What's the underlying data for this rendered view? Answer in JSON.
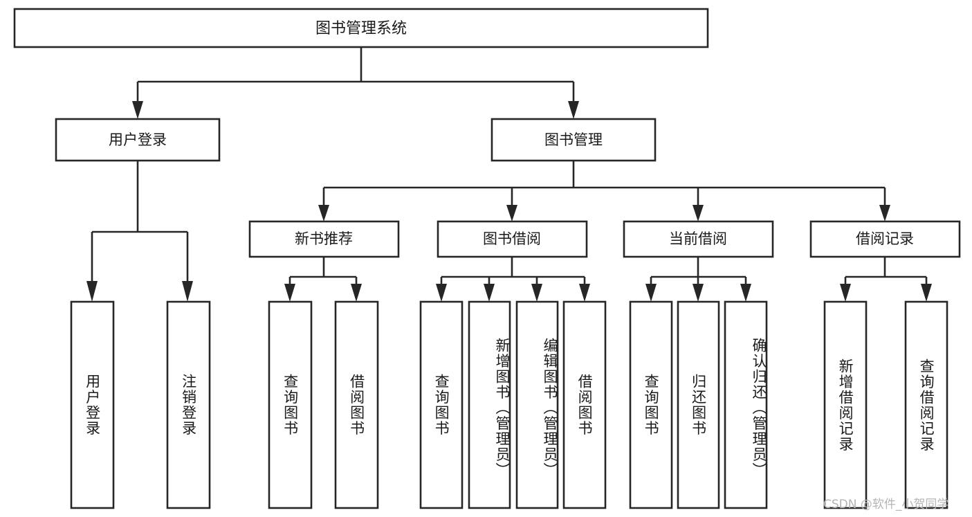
{
  "diagram": {
    "title": "图书管理系统",
    "type": "tree",
    "root": {
      "id": "root",
      "label": "图书管理系统"
    },
    "level2": [
      {
        "id": "user-login",
        "label": "用户登录"
      },
      {
        "id": "book-manage",
        "label": "图书管理"
      }
    ],
    "level3": [
      {
        "id": "new-book-rec",
        "label": "新书推荐",
        "parent": "book-manage"
      },
      {
        "id": "book-borrow",
        "label": "图书借阅",
        "parent": "book-manage"
      },
      {
        "id": "current-borrow",
        "label": "当前借阅",
        "parent": "book-manage"
      },
      {
        "id": "borrow-record",
        "label": "借阅记录",
        "parent": "book-manage"
      }
    ],
    "leaves": [
      {
        "id": "leaf-user-login",
        "label": "用户登录",
        "parent": "user-login"
      },
      {
        "id": "leaf-logout",
        "label": "注销登录",
        "parent": "user-login"
      },
      {
        "id": "leaf-query-book-rec",
        "label": "查询图书",
        "parent": "new-book-rec"
      },
      {
        "id": "leaf-borrow-book-rec",
        "label": "借阅图书",
        "parent": "new-book-rec"
      },
      {
        "id": "leaf-query-book-bor",
        "label": "查询图书",
        "parent": "book-borrow"
      },
      {
        "id": "leaf-add-book",
        "label": "新增图书（管理员）",
        "parent": "book-borrow"
      },
      {
        "id": "leaf-edit-book",
        "label": "编辑图书（管理员）",
        "parent": "book-borrow"
      },
      {
        "id": "leaf-borrow-book-bor",
        "label": "借阅图书",
        "parent": "book-borrow"
      },
      {
        "id": "leaf-query-book-cur",
        "label": "查询图书",
        "parent": "current-borrow"
      },
      {
        "id": "leaf-return-book",
        "label": "归还图书",
        "parent": "current-borrow"
      },
      {
        "id": "leaf-confirm-return",
        "label": "确认归还（管理员）",
        "parent": "current-borrow"
      },
      {
        "id": "leaf-add-record",
        "label": "新增借阅记录",
        "parent": "borrow-record"
      },
      {
        "id": "leaf-query-record",
        "label": "查询借阅记录",
        "parent": "borrow-record"
      }
    ]
  },
  "watermark": {
    "text": "CSDN @软件_小贺同学"
  },
  "colors": {
    "stroke": "#262626",
    "box_fill": "#ffffff",
    "text": "#1a1a1a",
    "watermark": "#b4b4b4",
    "background": "#ffffff"
  }
}
